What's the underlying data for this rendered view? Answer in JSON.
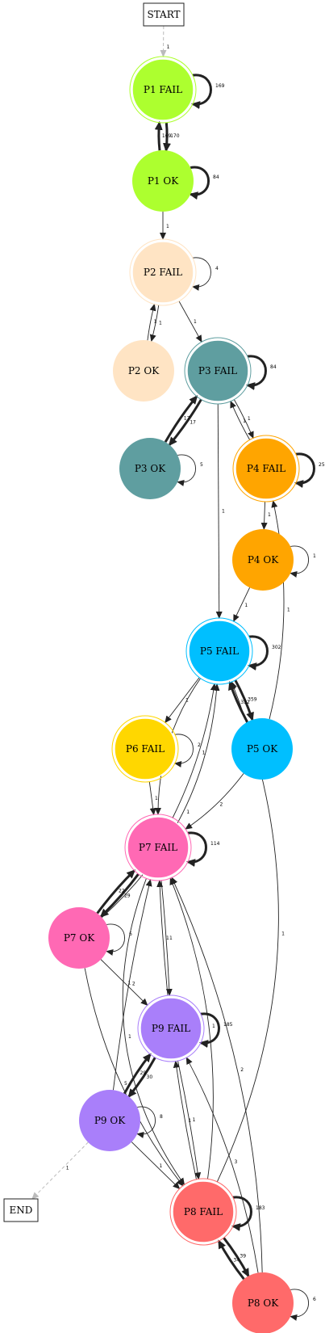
{
  "graph": {
    "nodes": [
      {
        "id": "start",
        "label": "START",
        "shape": "box"
      },
      {
        "id": "end",
        "label": "END",
        "shape": "box"
      },
      {
        "id": "p1f",
        "label": "P1 FAIL",
        "color": "#adff2f",
        "ring": true
      },
      {
        "id": "p1o",
        "label": "P1 OK",
        "color": "#adff2f",
        "ring": false
      },
      {
        "id": "p2f",
        "label": "P2 FAIL",
        "color": "#ffe4c4",
        "ring": true
      },
      {
        "id": "p2o",
        "label": "P2 OK",
        "color": "#ffe4c4",
        "ring": false
      },
      {
        "id": "p3f",
        "label": "P3 FAIL",
        "color": "#5f9ea0",
        "ring": true
      },
      {
        "id": "p3o",
        "label": "P3 OK",
        "color": "#5f9ea0",
        "ring": false
      },
      {
        "id": "p4f",
        "label": "P4 FAIL",
        "color": "#ffa500",
        "ring": true
      },
      {
        "id": "p4o",
        "label": "P4 OK",
        "color": "#ffa500",
        "ring": false
      },
      {
        "id": "p5f",
        "label": "P5 FAIL",
        "color": "#00bfff",
        "ring": true
      },
      {
        "id": "p5o",
        "label": "P5 OK",
        "color": "#00bfff",
        "ring": false
      },
      {
        "id": "p6f",
        "label": "P6 FAIL",
        "color": "#ffd700",
        "ring": true
      },
      {
        "id": "p7f",
        "label": "P7 FAIL",
        "color": "#ff69b4",
        "ring": true
      },
      {
        "id": "p7o",
        "label": "P7 OK",
        "color": "#ff69b4",
        "ring": false
      },
      {
        "id": "p9f",
        "label": "P9 FAIL",
        "color": "#a97ffa",
        "ring": true
      },
      {
        "id": "p9o",
        "label": "P9 OK",
        "color": "#a97ffa",
        "ring": false
      },
      {
        "id": "p8f",
        "label": "P8 FAIL",
        "color": "#ff6a6a",
        "ring": true
      },
      {
        "id": "p8o",
        "label": "P8 OK",
        "color": "#ff6a6a",
        "ring": false
      }
    ],
    "edges": [
      {
        "from": "start",
        "to": "p1f",
        "label": "1",
        "style": "dashed-gray"
      },
      {
        "from": "p1f",
        "to": "p1f",
        "label": "169",
        "style": "bold"
      },
      {
        "from": "p1f",
        "to": "p1o",
        "label": "170",
        "style": "bold"
      },
      {
        "from": "p1o",
        "to": "p1f",
        "label": "169",
        "style": "bold"
      },
      {
        "from": "p1o",
        "to": "p1o",
        "label": "84",
        "style": "bold"
      },
      {
        "from": "p1o",
        "to": "p2f",
        "label": "1"
      },
      {
        "from": "p2f",
        "to": "p2f",
        "label": "4"
      },
      {
        "from": "p2f",
        "to": "p2o",
        "label": "1"
      },
      {
        "from": "p2o",
        "to": "p2f",
        "label": "1"
      },
      {
        "from": "p2f",
        "to": "p3f",
        "label": "1"
      },
      {
        "from": "p3f",
        "to": "p3f",
        "label": "84",
        "style": "bold"
      },
      {
        "from": "p3f",
        "to": "p3o",
        "label": "17",
        "style": "bold"
      },
      {
        "from": "p3o",
        "to": "p3f",
        "label": "17",
        "style": "bold"
      },
      {
        "from": "p3o",
        "to": "p3o",
        "label": "5"
      },
      {
        "from": "p3f",
        "to": "p4f",
        "label": "1"
      },
      {
        "from": "p4f",
        "to": "p3f",
        "label": "1"
      },
      {
        "from": "p3f",
        "to": "p5f",
        "label": "1"
      },
      {
        "from": "p4f",
        "to": "p4f",
        "label": "25",
        "style": "bold"
      },
      {
        "from": "p4f",
        "to": "p4o",
        "label": "1"
      },
      {
        "from": "p4o",
        "to": "p4o",
        "label": "1"
      },
      {
        "from": "p4o",
        "to": "p5f",
        "label": "1"
      },
      {
        "from": "p5f",
        "to": "p5f",
        "label": "302",
        "style": "bold"
      },
      {
        "from": "p5f",
        "to": "p5o",
        "label": "359",
        "style": "bold"
      },
      {
        "from": "p5o",
        "to": "p5f",
        "label": "332",
        "style": "bold"
      },
      {
        "from": "p5o",
        "to": "p4f",
        "label": "1"
      },
      {
        "from": "p5f",
        "to": "p6f",
        "label": "1"
      },
      {
        "from": "p5f",
        "to": "p7f",
        "label": "1"
      },
      {
        "from": "p5o",
        "to": "p7f",
        "label": "2"
      },
      {
        "from": "p6f",
        "to": "p6f",
        "label": "2"
      },
      {
        "from": "p6f",
        "to": "p7f",
        "label": "1"
      },
      {
        "from": "p7f",
        "to": "p5f",
        "label": "1"
      },
      {
        "from": "p7f",
        "to": "p7f",
        "label": "114",
        "style": "bold"
      },
      {
        "from": "p7f",
        "to": "p7o",
        "label": "29",
        "style": "bold"
      },
      {
        "from": "p7o",
        "to": "p7f",
        "label": "22",
        "style": "bold"
      },
      {
        "from": "p7o",
        "to": "p7o",
        "label": "6"
      },
      {
        "from": "p7o",
        "to": "p5f",
        "label": "1"
      },
      {
        "from": "p7o",
        "to": "p9f",
        "label": "1"
      },
      {
        "from": "p7o",
        "to": "p8f",
        "label": "5"
      },
      {
        "from": "p7f",
        "to": "p9f",
        "label": "1"
      },
      {
        "from": "p9f",
        "to": "p7f",
        "label": "1"
      },
      {
        "from": "p7f",
        "to": "p8f",
        "label": "1"
      },
      {
        "from": "p9f",
        "to": "p9f",
        "label": "185",
        "style": "bold"
      },
      {
        "from": "p9f",
        "to": "p9o",
        "label": "30",
        "style": "bold"
      },
      {
        "from": "p9o",
        "to": "p9f",
        "label": "29",
        "style": "bold"
      },
      {
        "from": "p9o",
        "to": "p9o",
        "label": "8"
      },
      {
        "from": "p9o",
        "to": "p7f",
        "label": "2"
      },
      {
        "from": "p9o",
        "to": "p8f",
        "label": "1"
      },
      {
        "from": "p9o",
        "to": "end",
        "label": "1",
        "style": "dashed-gray"
      },
      {
        "from": "p9f",
        "to": "p8f",
        "label": "1"
      },
      {
        "from": "p8f",
        "to": "p9f",
        "label": "1"
      },
      {
        "from": "p8f",
        "to": "p8f",
        "label": "183",
        "style": "bold"
      },
      {
        "from": "p8f",
        "to": "p8o",
        "label": "39",
        "style": "bold"
      },
      {
        "from": "p8o",
        "to": "p8f",
        "label": "34",
        "style": "bold"
      },
      {
        "from": "p8o",
        "to": "p8o",
        "label": "6"
      },
      {
        "from": "p8f",
        "to": "p7f",
        "label": "1"
      },
      {
        "from": "p8f",
        "to": "p5f",
        "label": "1"
      },
      {
        "from": "p8o",
        "to": "p9f",
        "label": "3"
      },
      {
        "from": "p8o",
        "to": "p7f",
        "label": "2"
      }
    ]
  }
}
